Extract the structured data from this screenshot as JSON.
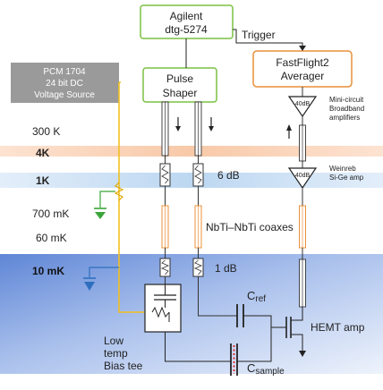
{
  "blocks": {
    "agilent": {
      "line1": "Agilent",
      "line2": "dtg-5274"
    },
    "pulse_shaper": {
      "line1": "Pulse",
      "line2": "Shaper"
    },
    "fastflight": {
      "line1": "FastFlight2",
      "line2": "Averager"
    },
    "pcm": {
      "line1": "PCM 1704",
      "line2": "24 bit DC",
      "line3": "Voltage Source"
    }
  },
  "labels": {
    "trigger": "Trigger",
    "amp_40db_top": "40dB",
    "amp_40db_bottom": "40dB",
    "minicircuit_1": "Mini-circuit",
    "minicircuit_2": "Broadband",
    "minicircuit_3": "amplifiers",
    "weinreb_1": "Weinreb",
    "weinreb_2": "Si-Ge amp",
    "atten_6db": "6 dB",
    "atten_1db": "1 dB",
    "coax": "NbTi–NbTi coaxes",
    "cref_main": "C",
    "cref_sub": "ref",
    "csample_main": "C",
    "csample_sub": "sample",
    "hemt": "HEMT amp",
    "bias_tee_1": "Low",
    "bias_tee_2": "temp",
    "bias_tee_3": "Bias tee"
  },
  "stages": [
    {
      "label": "300 K",
      "bold": false
    },
    {
      "label": "4K",
      "bold": true
    },
    {
      "label": "1K",
      "bold": true
    },
    {
      "label": "700 mK",
      "bold": false
    },
    {
      "label": "60 mK",
      "bold": false
    },
    {
      "label": "10 mK",
      "bold": true
    }
  ],
  "colors": {
    "block_border": "#7cc142",
    "averager_border": "#e8903a",
    "pcm_fill": "#9a9a9a",
    "bias_line": "#f2c020",
    "band_4k": "#f8c9a8",
    "band_1k": "#bcd7f1",
    "band_10mk": "#6f93d9",
    "ground_700mk": "#3aa53a",
    "ground_10mk": "#2f6fc0",
    "csample_dots": "#e0303a"
  }
}
